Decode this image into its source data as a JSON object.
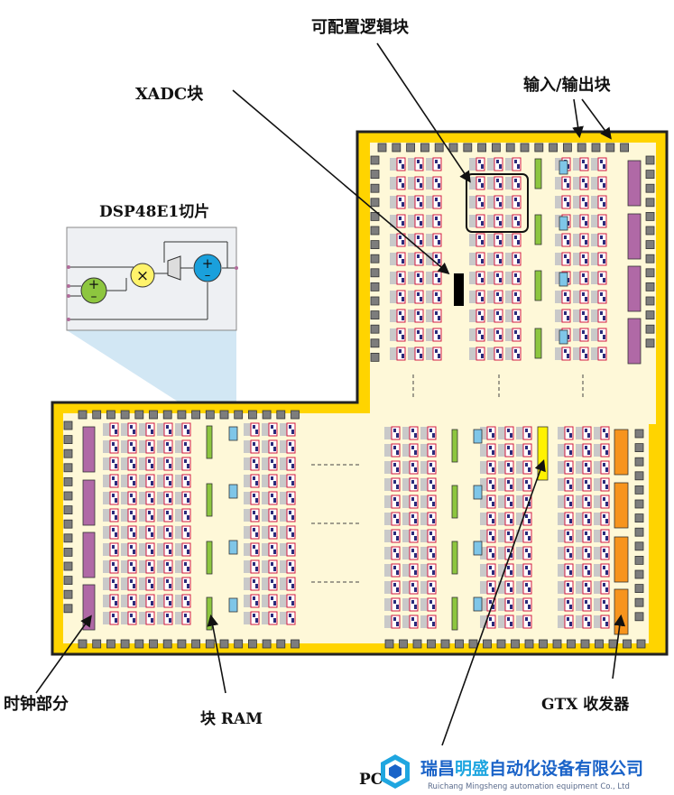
{
  "labels": {
    "clb": "可配置逻辑块",
    "io": "输入/输出块",
    "xadc": "XADC块",
    "dsp": "DSP48E1切片",
    "clock": "时钟部分",
    "bram": "块 RAM",
    "gtx": "GTX 收发器",
    "pcie": "PC"
  },
  "watermark": {
    "company_a": "瑞昌",
    "company_b": "明盛",
    "company_c": "自动化设备有限公司",
    "company_en": "Ruichang Mingsheng automation equipment Co., Ltd"
  },
  "colors": {
    "frame": "#ffd400",
    "outline": "#222222",
    "fill": "#fef8d8",
    "io_pad": "#7d7d7d",
    "clb_body": "#ffffff",
    "clb_blue": "#2a2a7a",
    "clb_red": "#d11a40",
    "clb_gray": "#c9c9c9",
    "bram": "#8dc63f",
    "dsp": "#7fc6e8",
    "clock": "#b069a6",
    "gtx": "#f7941d",
    "pcie": "#fff200",
    "xadc": "#000000",
    "dsp_panel": "#eef0f3",
    "dsp_beam": "#cde4f3",
    "watermark_blue": "#1a63c8"
  },
  "icons": {
    "dsp_add": "plus-circle-icon",
    "dsp_mul": "times-circle-icon",
    "dsp_sub": "plus-minus-circle-icon"
  }
}
